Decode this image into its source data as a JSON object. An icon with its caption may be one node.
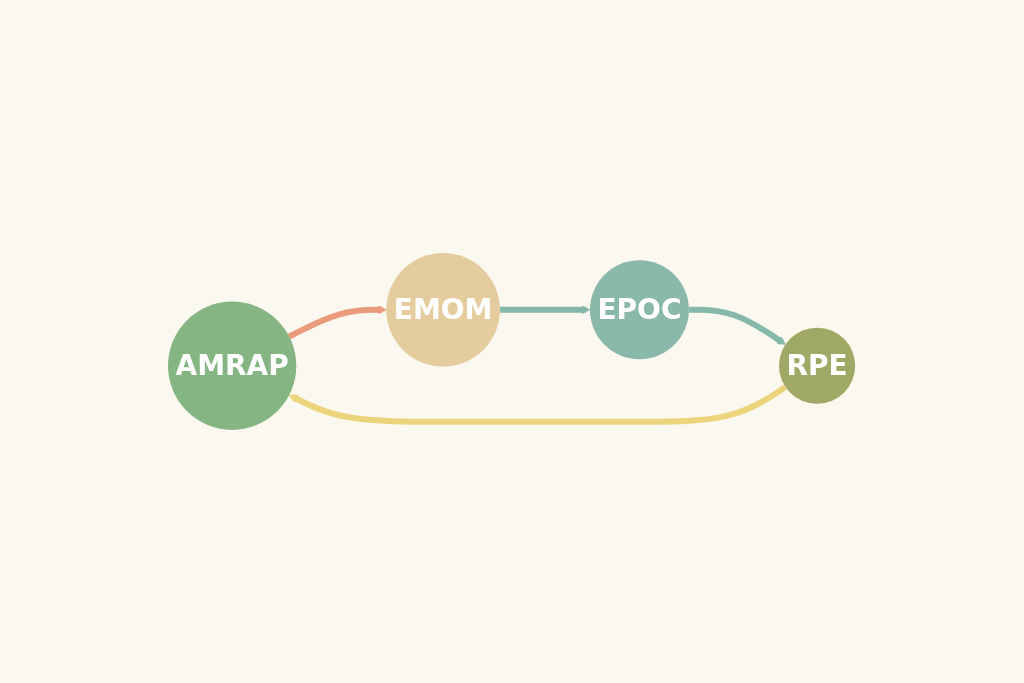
{
  "diagram": {
    "nodes": [
      {
        "text": [
          "AMRAP"
        ]
      },
      {
        "text": [
          "EMOM"
        ]
      },
      {
        "text": [
          "EPOC"
        ]
      },
      {
        "text": [
          "RPE"
        ]
      }
    ],
    "edges": [
      {
        "from": 0,
        "to": 1,
        "arrow": "to",
        "color": "#e99b7c"
      },
      {
        "from": 1,
        "to": 2,
        "arrow": "to"
      },
      {
        "from": 2,
        "to": 3,
        "arrow": "to"
      },
      {
        "from": 3,
        "to": 0,
        "arrow": "to",
        "color": "#ecd47c"
      }
    ]
  }
}
